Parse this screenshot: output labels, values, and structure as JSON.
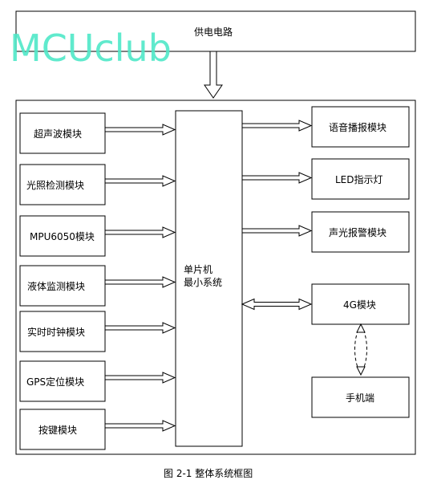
{
  "power": {
    "label": "供电电路"
  },
  "mcu": {
    "line1": "单片机",
    "line2": "最小系统"
  },
  "inputs": [
    {
      "label": "超声波模块"
    },
    {
      "label": "光照检测模块"
    },
    {
      "label": "MPU6050模块"
    },
    {
      "label": "液体监测模块"
    },
    {
      "label": "实时时钟模块"
    },
    {
      "label": "GPS定位模块"
    },
    {
      "label": "按键模块"
    }
  ],
  "outputs": [
    {
      "label": "语音播报模块"
    },
    {
      "label": "LED指示灯"
    },
    {
      "label": "声光报警模块"
    },
    {
      "label": "4G模块"
    }
  ],
  "phone": {
    "label": "手机端"
  },
  "caption": "图 2-1 整体系统框图",
  "watermark": "MCUclub"
}
